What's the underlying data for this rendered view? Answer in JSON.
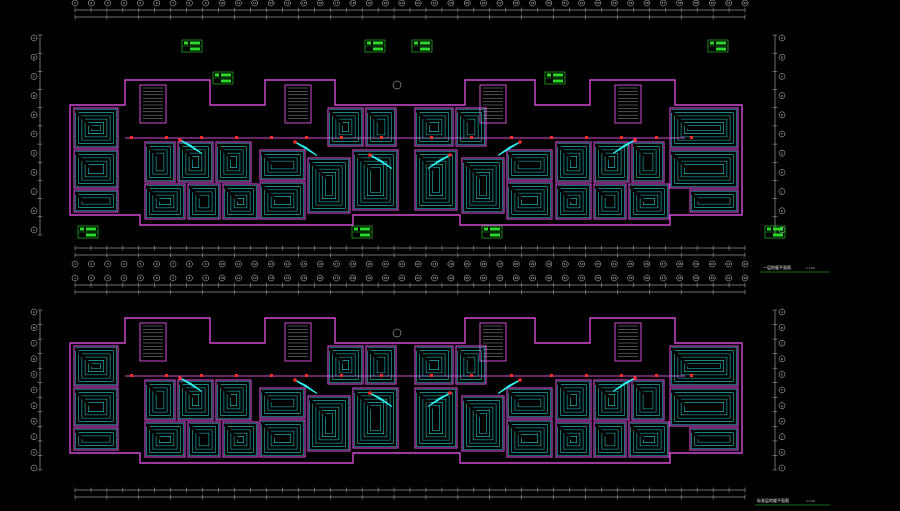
{
  "drawing": {
    "colors": {
      "background": "#000000",
      "wall": "#d24bd2",
      "coil": "#27d3d3",
      "manifold": "#2cf0f0",
      "dimension": "#dcdcdc",
      "label_box": "#2bd92b",
      "accent_red": "#ff2b2b",
      "grid_bubble": "#dcdcdc"
    },
    "plans": [
      {
        "id": "upper",
        "caption": "一层地暖平面图",
        "scale_text": "1:100"
      },
      {
        "id": "lower",
        "caption": "标准层地暖平面图",
        "scale_text": "1:100"
      }
    ],
    "column_axis_labels": [
      "1",
      "2",
      "3",
      "4",
      "5",
      "6",
      "7",
      "8",
      "9",
      "10",
      "11",
      "12",
      "13",
      "14",
      "15",
      "16",
      "17",
      "18",
      "19",
      "20",
      "21",
      "22",
      "23",
      "24",
      "25",
      "26",
      "27",
      "28",
      "29",
      "30",
      "31",
      "32",
      "33",
      "34",
      "35",
      "36",
      "37",
      "38",
      "39",
      "40",
      "41",
      "42"
    ],
    "row_axis_labels": [
      "A",
      "B",
      "C",
      "D",
      "E",
      "F",
      "G",
      "H",
      "J",
      "K",
      "L"
    ]
  }
}
